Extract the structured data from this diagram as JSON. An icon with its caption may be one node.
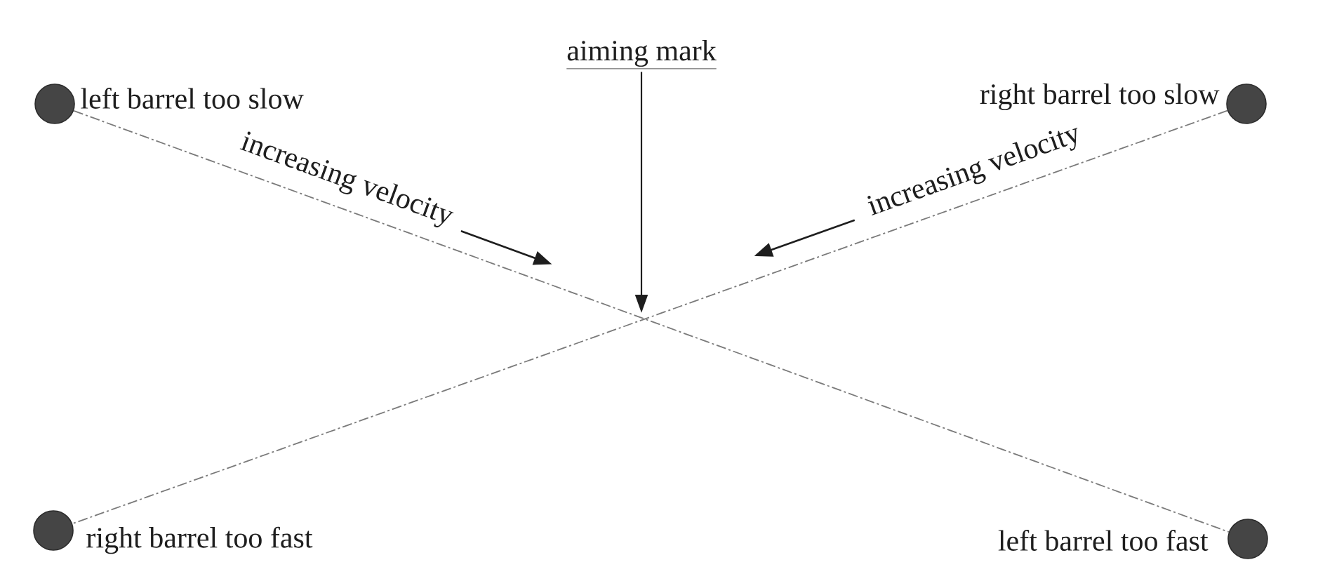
{
  "diagram": {
    "nodes": [
      {
        "text": [
          "aiming mark"
        ]
      },
      {
        "text": [],
        "shape": "circle",
        "beside": [
          "left barrel too slow"
        ]
      },
      {
        "text": [],
        "shape": "circle",
        "beside": [
          "right barrel too slow"
        ]
      },
      {
        "text": [],
        "shape": "circle",
        "beside": [
          "right barrel too fast"
        ]
      },
      {
        "text": [],
        "shape": "circle",
        "beside": [
          "left barrel too fast"
        ]
      }
    ],
    "edges": [
      {
        "from": 1,
        "to": 4,
        "arrow": "none",
        "style": "dashed"
      },
      {
        "from": 2,
        "to": 3,
        "arrow": "none",
        "style": "dashed"
      },
      {
        "from": 0,
        "to": null,
        "arrow": "to",
        "color": "#1e1e1e"
      }
    ],
    "labels": [
      "increasing velocity",
      "increasing velocity"
    ]
  }
}
